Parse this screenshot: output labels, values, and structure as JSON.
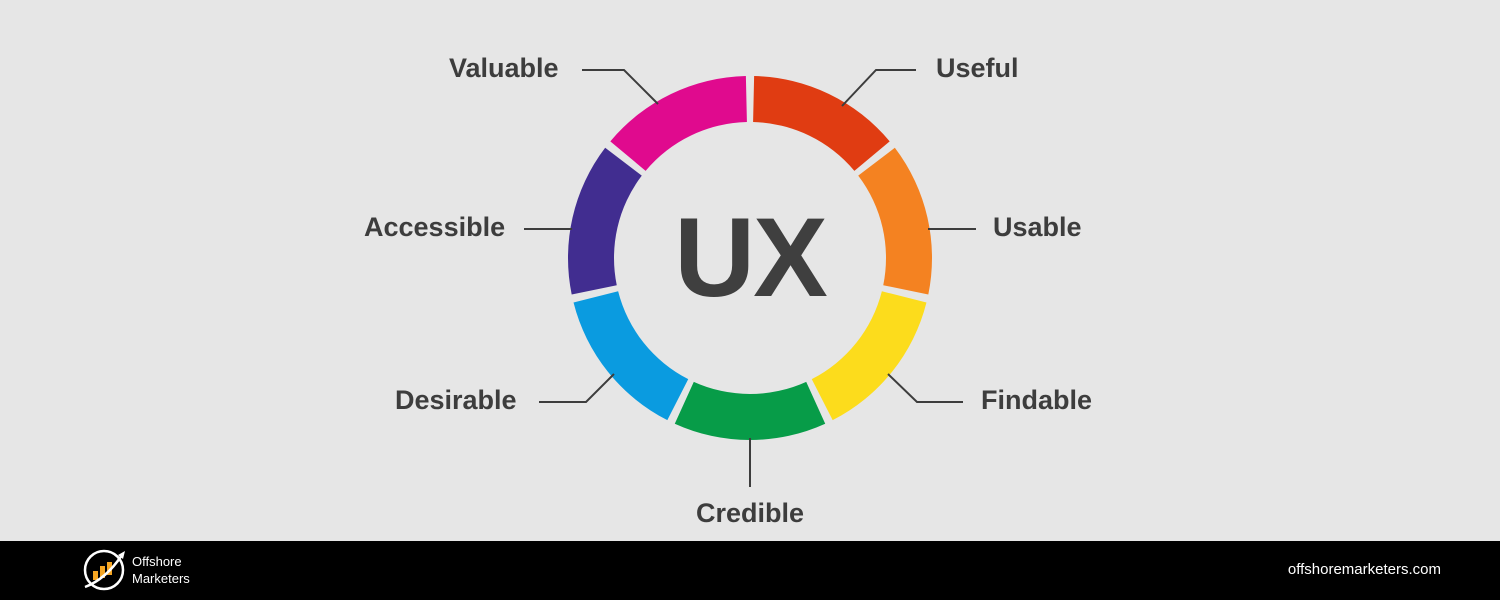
{
  "diagram": {
    "center_text": "UX",
    "segments": [
      {
        "label": "Useful",
        "color": "#e03c12"
      },
      {
        "label": "Usable",
        "color": "#f48221"
      },
      {
        "label": "Findable",
        "color": "#fcdc1c"
      },
      {
        "label": "Credible",
        "color": "#079c48"
      },
      {
        "label": "Desirable",
        "color": "#0a9be0"
      },
      {
        "label": "Accessible",
        "color": "#412d90"
      },
      {
        "label": "Valuable",
        "color": "#e00a8e"
      }
    ],
    "text_color": "#3d3d3d",
    "line_color": "#3d3d3d",
    "background": "#e6e6e6"
  },
  "footer": {
    "brand_line1": "Offshore",
    "brand_line2": "Marketers",
    "website": "offshoremarketers.com",
    "logo_icon": "growth-chart-icon",
    "logo_colors": {
      "bars": "#f6a623",
      "ring": "#ffffff"
    }
  }
}
